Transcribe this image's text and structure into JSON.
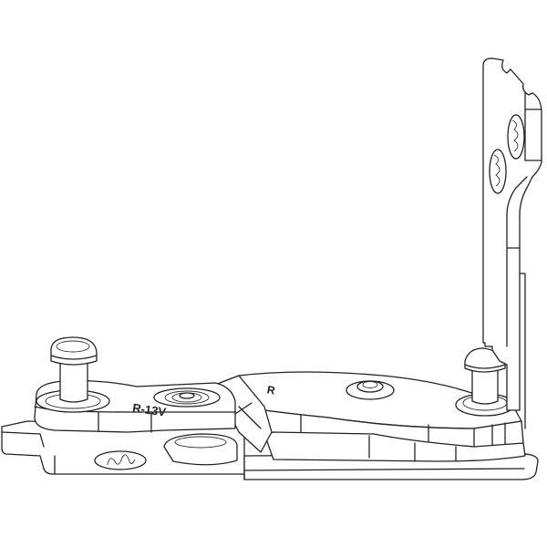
{
  "drawing": {
    "type": "technical line drawing",
    "subject": "window hinge / corner bearing assembly",
    "line_color": "#222222",
    "background": "#ffffff"
  },
  "labels": {
    "arm_marking": "R-13V",
    "stay_marking": "R"
  }
}
